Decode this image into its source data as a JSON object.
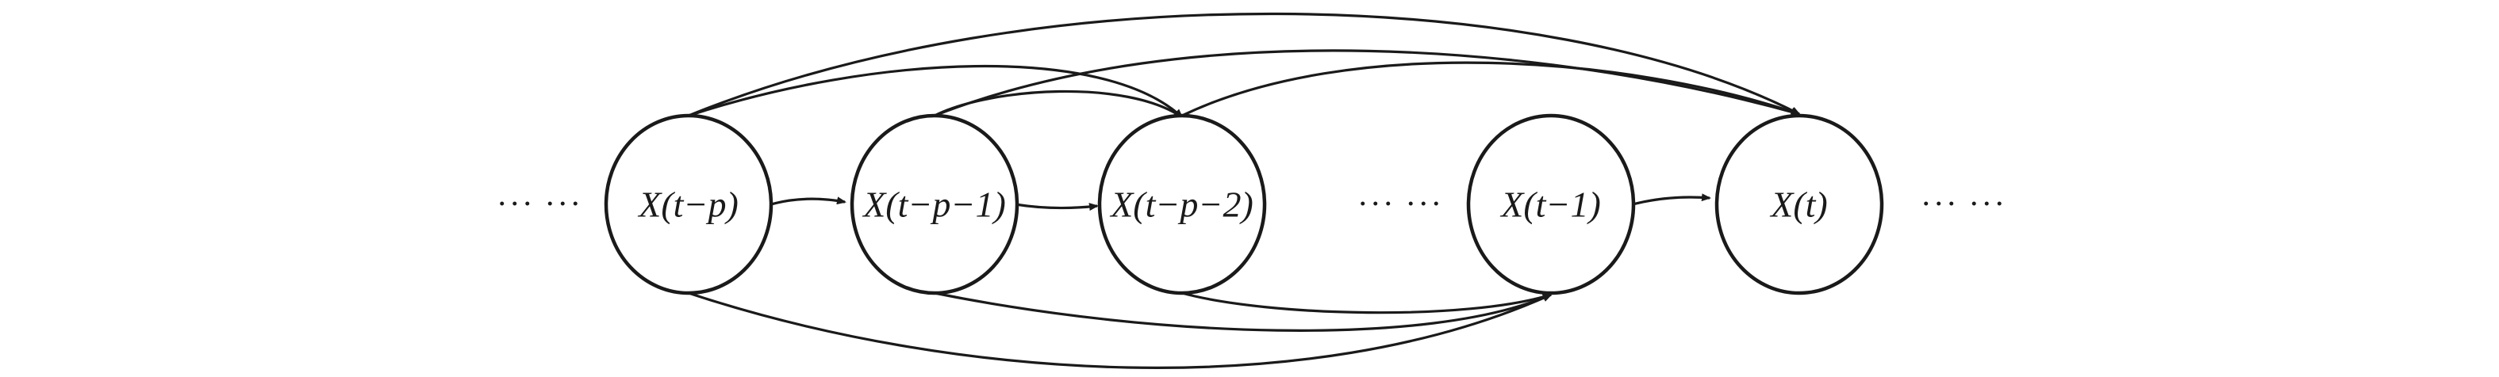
{
  "nodes": [
    {
      "id": "n0",
      "label": "X(t−p)"
    },
    {
      "id": "n1",
      "label": "X(t−p−1)"
    },
    {
      "id": "n2",
      "label": "X(t−p−2)"
    },
    {
      "id": "n3",
      "label": "X(t−1)"
    },
    {
      "id": "n4",
      "label": "X(t)"
    }
  ],
  "ellipses": {
    "left": "··· ···",
    "middle": "··· ···",
    "right": "··· ···"
  },
  "edges": [
    {
      "from": "n0",
      "to": "n1"
    },
    {
      "from": "n1",
      "to": "n2"
    },
    {
      "from": "n3",
      "to": "n4"
    },
    {
      "from": "n0",
      "to": "n2"
    },
    {
      "from": "n0",
      "to": "n4"
    },
    {
      "from": "n1",
      "to": "n4"
    },
    {
      "from": "n2",
      "to": "n4"
    },
    {
      "from": "n0",
      "to": "n3"
    },
    {
      "from": "n1",
      "to": "n3"
    },
    {
      "from": "n2",
      "to": "n3"
    }
  ]
}
